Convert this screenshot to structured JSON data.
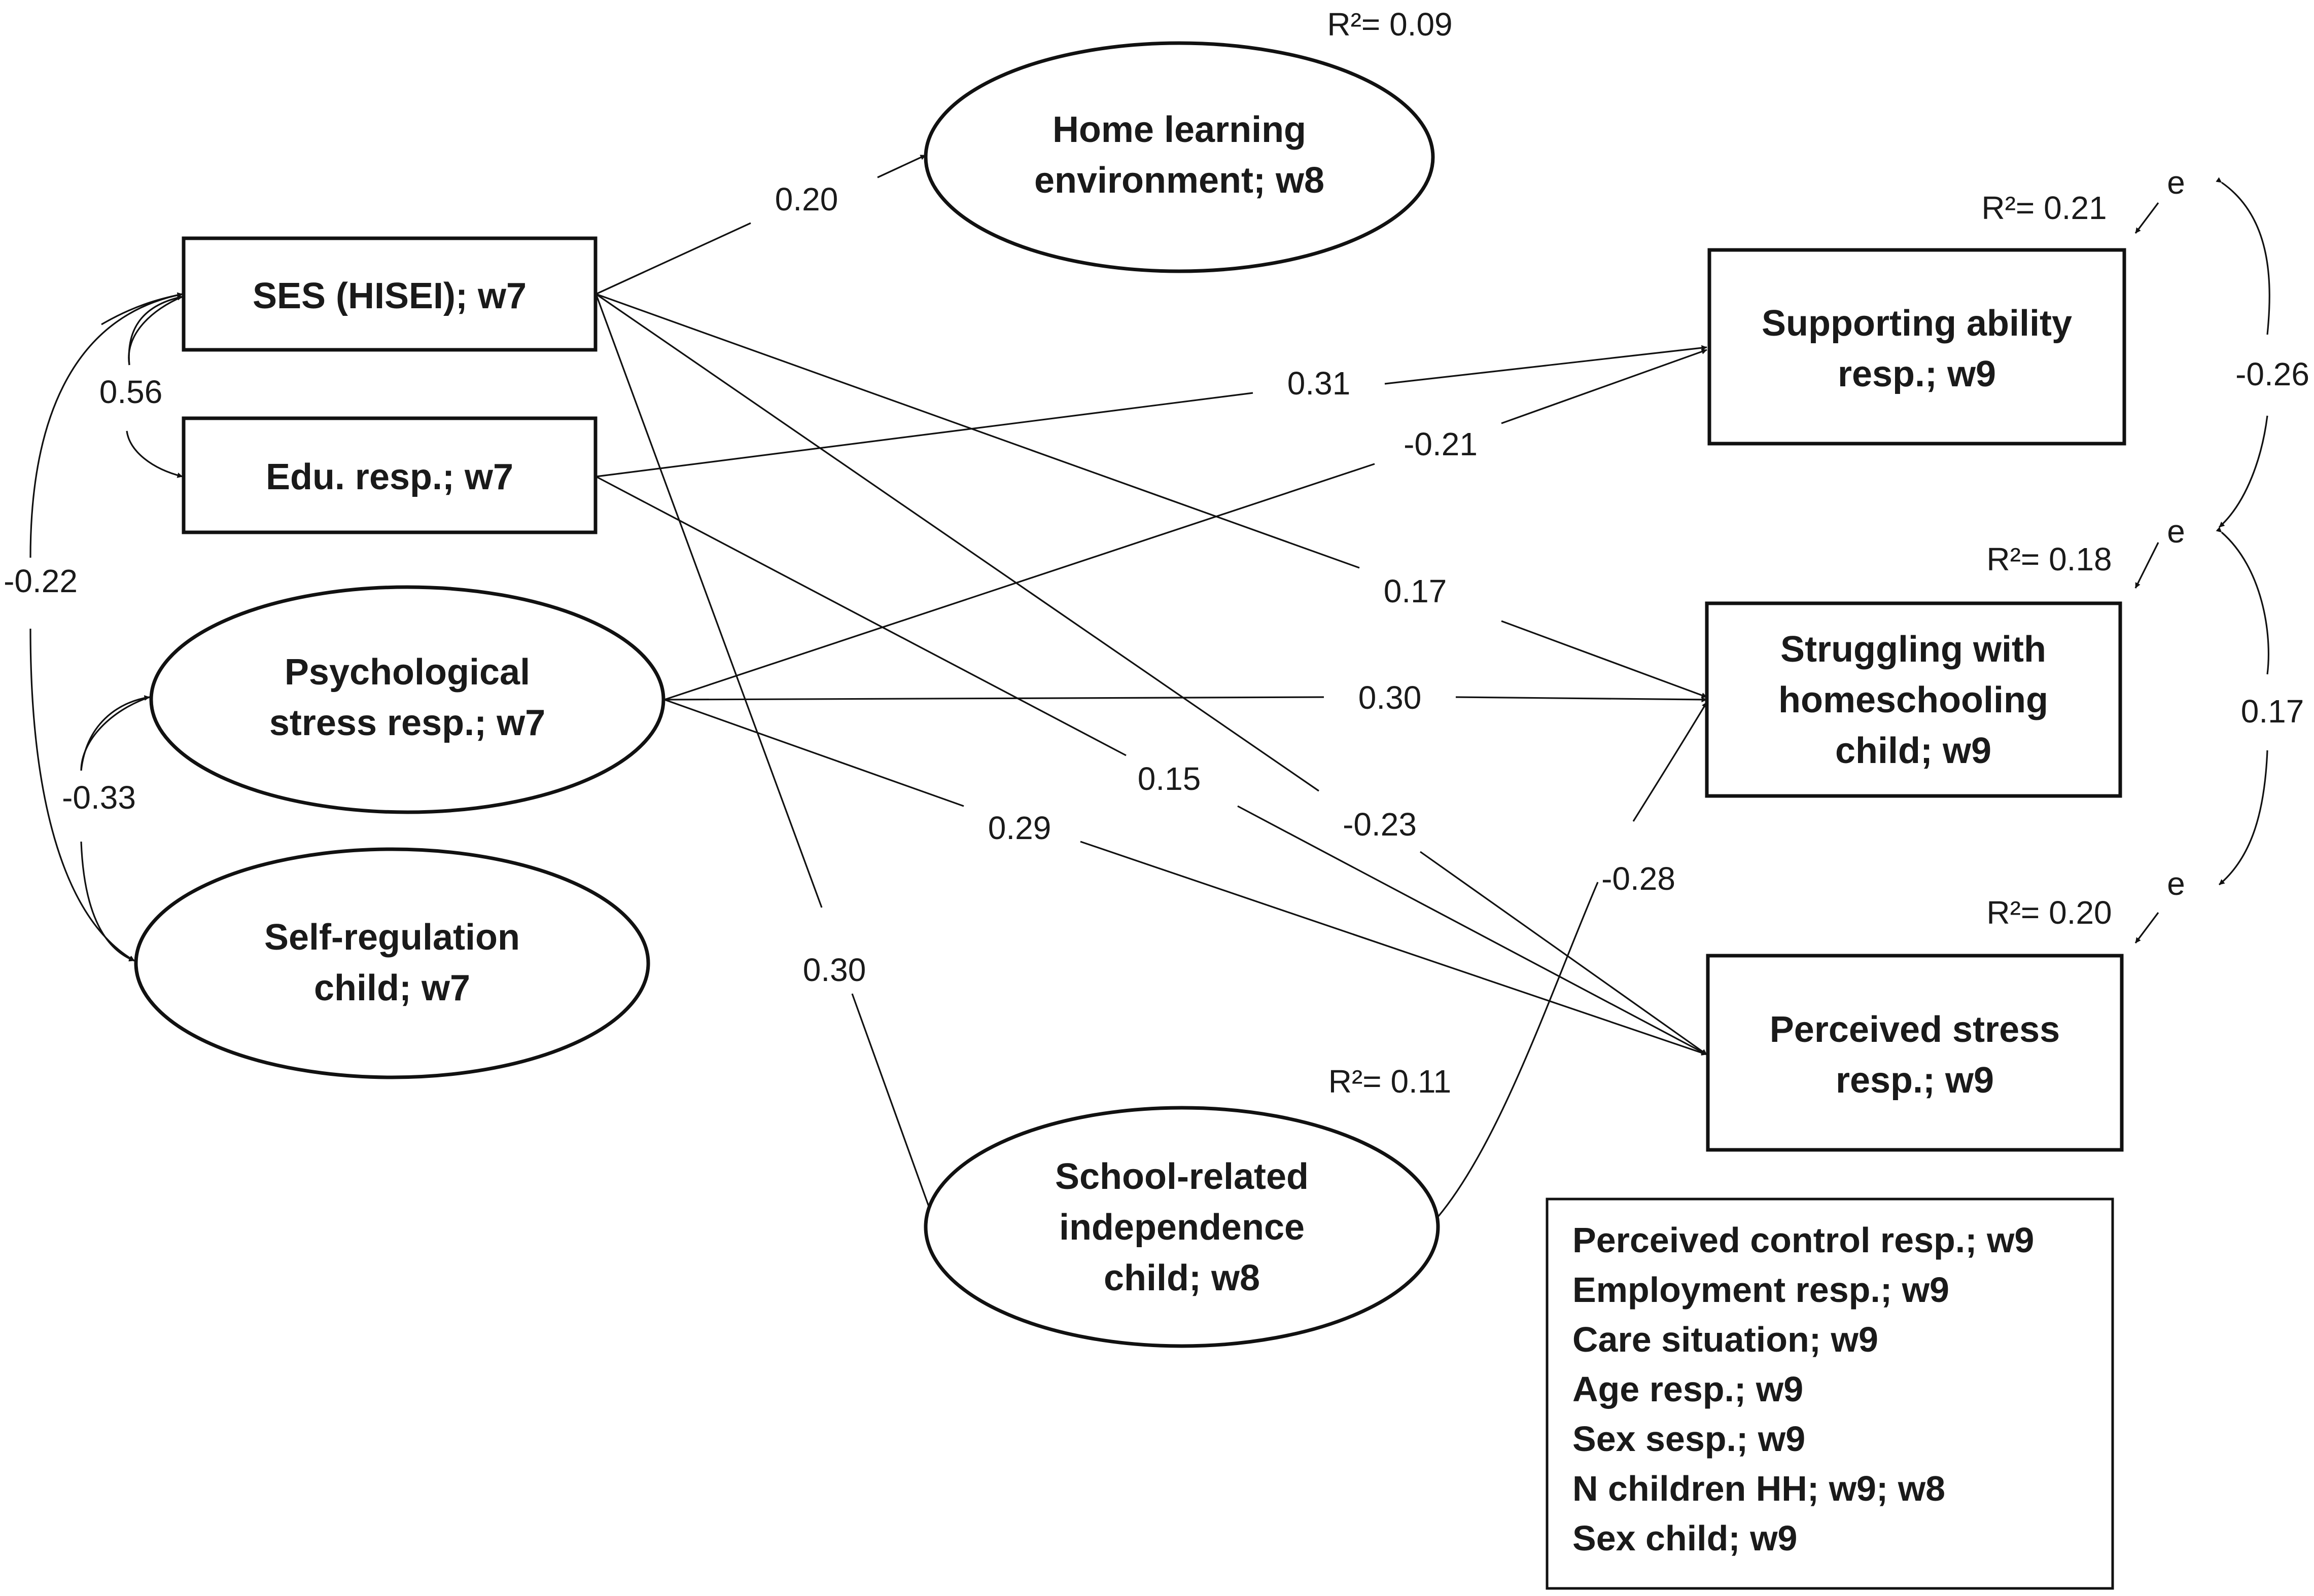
{
  "nodes": {
    "ses": {
      "lines": [
        "SES (HISEI); w7"
      ]
    },
    "edu": {
      "lines": [
        "Edu. resp.; w7"
      ]
    },
    "psych": {
      "lines": [
        "Psychological",
        "stress resp.; w7"
      ]
    },
    "selfreg": {
      "lines": [
        "Self-regulation",
        "child; w7"
      ]
    },
    "home": {
      "lines": [
        "Home learning",
        "environment; w8"
      ]
    },
    "school": {
      "lines": [
        "School-related",
        "independence",
        "child; w8"
      ]
    },
    "support": {
      "lines": [
        "Supporting ability",
        "resp.; w9"
      ]
    },
    "struggle": {
      "lines": [
        "Struggling with",
        "homeschooling",
        "child; w9"
      ]
    },
    "perceived": {
      "lines": [
        "Perceived stress",
        "resp.; w9"
      ]
    }
  },
  "r_squared": {
    "home": "R²= 0.09",
    "support": "R²= 0.21",
    "struggle": "R²= 0.18",
    "perceived": "R²= 0.20",
    "school": "R²= 0.11"
  },
  "errors": {
    "support": "e",
    "struggle": "e",
    "perceived": "e"
  },
  "coefficients": {
    "ses_home": "0.20",
    "ses_edu": "0.56",
    "ses_psych": "-0.22",
    "psych_selfreg": "-0.33",
    "edu_support": "0.31",
    "psych_support": "-0.21",
    "ses_struggle": "0.17",
    "psych_struggle": "0.30",
    "edu_perceived": "0.15",
    "ses_perceived": "-0.23",
    "psych_perceived": "0.29",
    "ses_school": "0.30",
    "school_struggle": "-0.28",
    "err_support_struggle": "-0.26",
    "err_struggle_perceived": "0.17"
  },
  "controls": [
    "Perceived control resp.; w9",
    "Employment resp.; w9",
    "Care situation; w9",
    "Age resp.; w9",
    "Sex sesp.; w9",
    "N children HH; w9; w8",
    "Sex child; w9"
  ]
}
